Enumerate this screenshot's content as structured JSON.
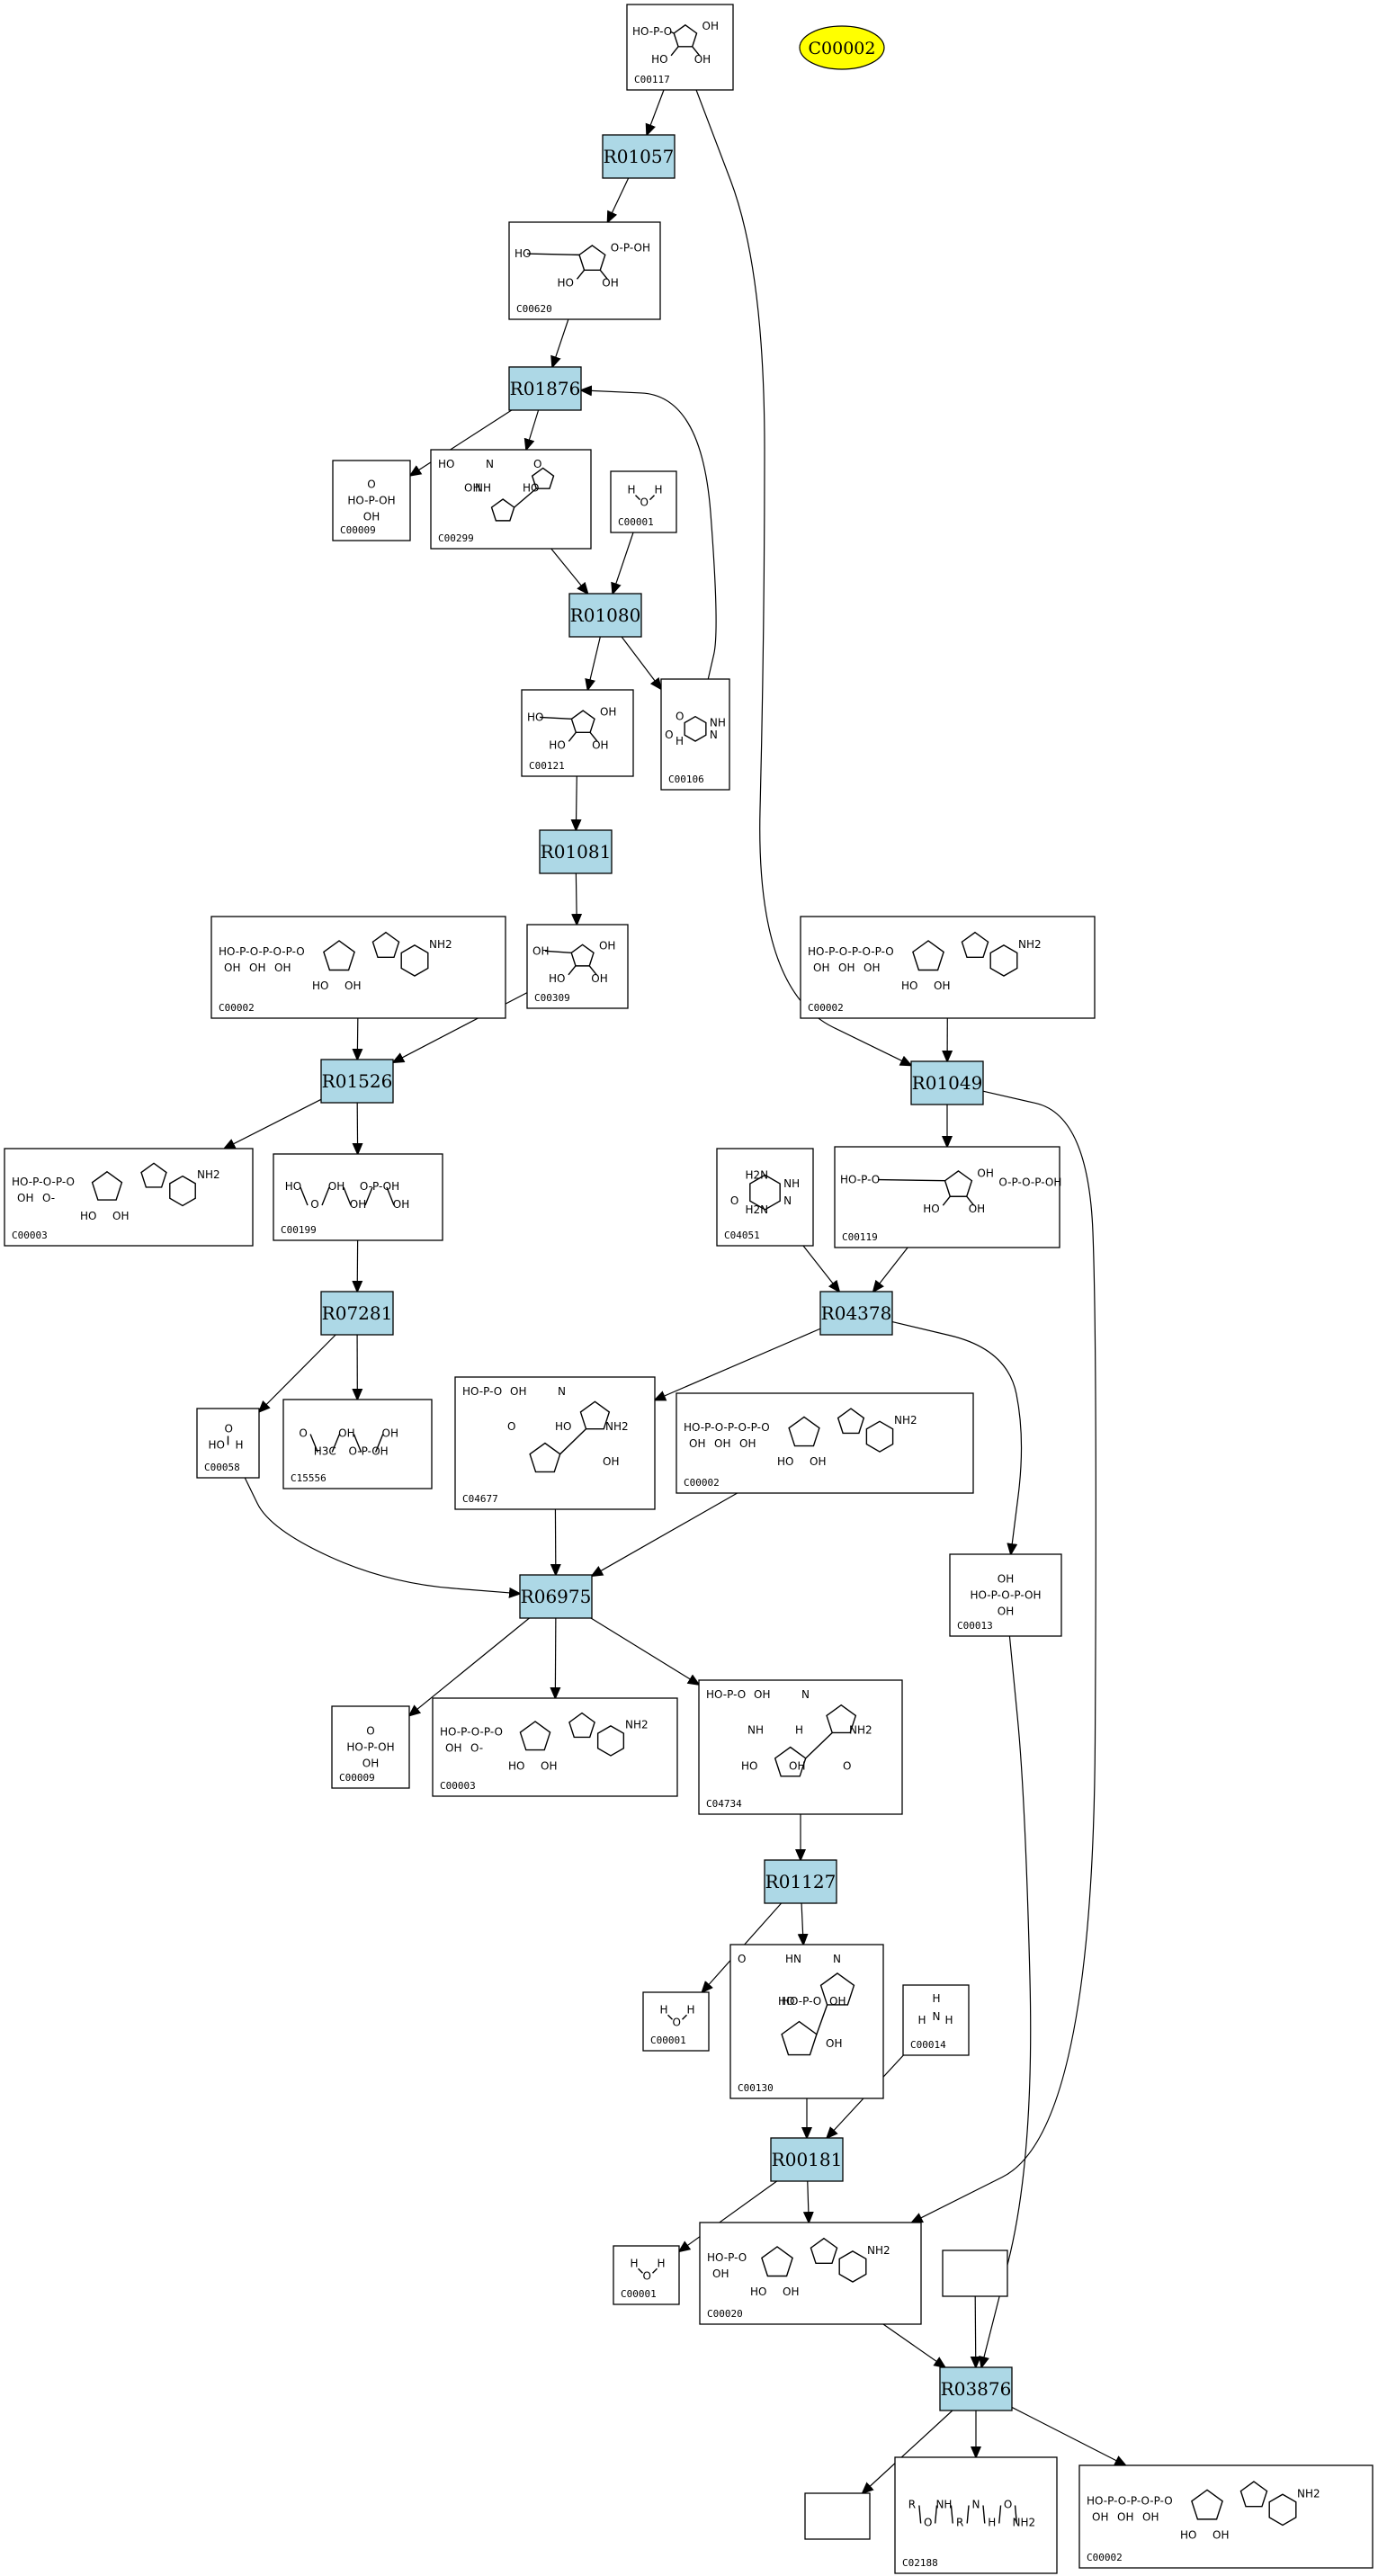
{
  "highlight": {
    "label": "C00002",
    "color": "#ffff00"
  },
  "colors": {
    "reaction_fill": "#add8e6",
    "highlight_fill": "#ffff00"
  },
  "reactions": [
    "R01057",
    "R01876",
    "R01080",
    "R01081",
    "R01526",
    "R01049",
    "R07281",
    "R04378",
    "R06975",
    "R01127",
    "R00181",
    "R03876"
  ],
  "compounds": [
    {
      "id": "c1",
      "label": "C00117",
      "s": "furanose",
      "a": [
        "HO-P-O",
        "OH",
        "HO",
        "OH"
      ]
    },
    {
      "id": "c2",
      "label": "C00620",
      "s": "furanose",
      "a": [
        "HO",
        "O-P-OH",
        "HO",
        "OH"
      ]
    },
    {
      "id": "c3",
      "label": "C00009",
      "s": "phosphate",
      "a": [
        "HO-P-OH",
        "OH",
        "O"
      ]
    },
    {
      "id": "c4",
      "label": "C00299",
      "s": "nucleoside",
      "a": [
        "HO",
        "N",
        "O",
        "NH",
        "HO",
        "OH"
      ]
    },
    {
      "id": "c5",
      "label": "C00001",
      "s": "water",
      "a": [
        "H",
        "O",
        "H"
      ]
    },
    {
      "id": "c6",
      "label": "C00121",
      "s": "furanose",
      "a": [
        "HO",
        "OH",
        "HO",
        "OH"
      ]
    },
    {
      "id": "c7",
      "label": "C00106",
      "s": "base",
      "a": [
        "O",
        "NH",
        "N",
        "H",
        "O"
      ]
    },
    {
      "id": "c8",
      "label": "C00309",
      "s": "furanose",
      "a": [
        "OH",
        "OH",
        "HO",
        "OH"
      ]
    },
    {
      "id": "c9",
      "label": "C00002",
      "s": "atp",
      "a": [
        "HO-P-O-P-O-P-O",
        "OH",
        "OH",
        "OH",
        "HO",
        "OH",
        "NH2"
      ]
    },
    {
      "id": "c10",
      "label": "C00002",
      "s": "atp",
      "a": [
        "HO-P-O-P-O-P-O",
        "OH",
        "OH",
        "OH",
        "HO",
        "OH",
        "NH2"
      ]
    },
    {
      "id": "c11",
      "label": "C00003",
      "s": "atp",
      "a": [
        "HO-P-O-P-O",
        "OH",
        "O-",
        "HO",
        "OH",
        "NH2"
      ]
    },
    {
      "id": "c12",
      "label": "C00199",
      "s": "chain",
      "a": [
        "HO",
        "O",
        "OH",
        "OH",
        "O-P-OH",
        "OH"
      ]
    },
    {
      "id": "c13",
      "label": "C04051",
      "s": "base",
      "a": [
        "H2N",
        "NH",
        "N",
        "H2N",
        "O"
      ]
    },
    {
      "id": "c14",
      "label": "C00119",
      "s": "furanose",
      "a": [
        "HO-P-O",
        "OH",
        "O-P-O-P-OH",
        "HO",
        "OH"
      ]
    },
    {
      "id": "c15",
      "label": "C00058",
      "s": "small",
      "a": [
        "O",
        "HO",
        "H"
      ]
    },
    {
      "id": "c16",
      "label": "C15556",
      "s": "chain",
      "a": [
        "O",
        "H3C",
        "OH",
        "O-P-OH",
        "OH"
      ]
    },
    {
      "id": "c17",
      "label": "C04677",
      "s": "nucleoside",
      "a": [
        "HO-P-O",
        "OH",
        "N",
        "NH2",
        "O",
        "HO",
        "OH"
      ]
    },
    {
      "id": "c18",
      "label": "C00002",
      "s": "atp",
      "a": [
        "HO-P-O-P-O-P-O",
        "OH",
        "OH",
        "OH",
        "HO",
        "OH",
        "NH2"
      ]
    },
    {
      "id": "c19",
      "label": "C00013",
      "s": "phosphate",
      "a": [
        "HO-P-O-P-OH",
        "OH",
        "OH"
      ]
    },
    {
      "id": "c20",
      "label": "C00009",
      "s": "phosphate",
      "a": [
        "HO-P-OH",
        "OH",
        "O"
      ]
    },
    {
      "id": "c21",
      "label": "C00003",
      "s": "atp",
      "a": [
        "HO-P-O-P-O",
        "OH",
        "O-",
        "HO",
        "OH",
        "NH2"
      ]
    },
    {
      "id": "c22",
      "label": "C04734",
      "s": "nucleoside",
      "a": [
        "HO-P-O",
        "OH",
        "N",
        "NH2",
        "NH",
        "H",
        "O",
        "HO",
        "OH"
      ]
    },
    {
      "id": "c23",
      "label": "C00001",
      "s": "water",
      "a": [
        "H",
        "O",
        "H"
      ]
    },
    {
      "id": "c24",
      "label": "C00130",
      "s": "nucleoside",
      "a": [
        "O",
        "HN",
        "N",
        "HO-P-O",
        "OH",
        "HO",
        "OH"
      ]
    },
    {
      "id": "c25",
      "label": "C00014",
      "s": "ammonia",
      "a": [
        "H",
        "N",
        "H",
        "H"
      ]
    },
    {
      "id": "c26",
      "label": "C00001",
      "s": "water",
      "a": [
        "H",
        "O",
        "H"
      ]
    },
    {
      "id": "c27",
      "label": "C00020",
      "s": "atp",
      "a": [
        "HO-P-O",
        "OH",
        "HO",
        "OH",
        "NH2"
      ]
    },
    {
      "id": "c28",
      "label": "",
      "s": "empty",
      "a": []
    },
    {
      "id": "c29",
      "label": "",
      "s": "empty",
      "a": []
    },
    {
      "id": "c30",
      "label": "C02188",
      "s": "chain",
      "a": [
        "R",
        "O",
        "NH",
        "R",
        "N",
        "H",
        "O",
        "NH2"
      ]
    },
    {
      "id": "c31",
      "label": "C00002",
      "s": "atp",
      "a": [
        "HO-P-O-P-O-P-O",
        "OH",
        "OH",
        "OH",
        "HO",
        "OH",
        "NH2"
      ]
    }
  ]
}
